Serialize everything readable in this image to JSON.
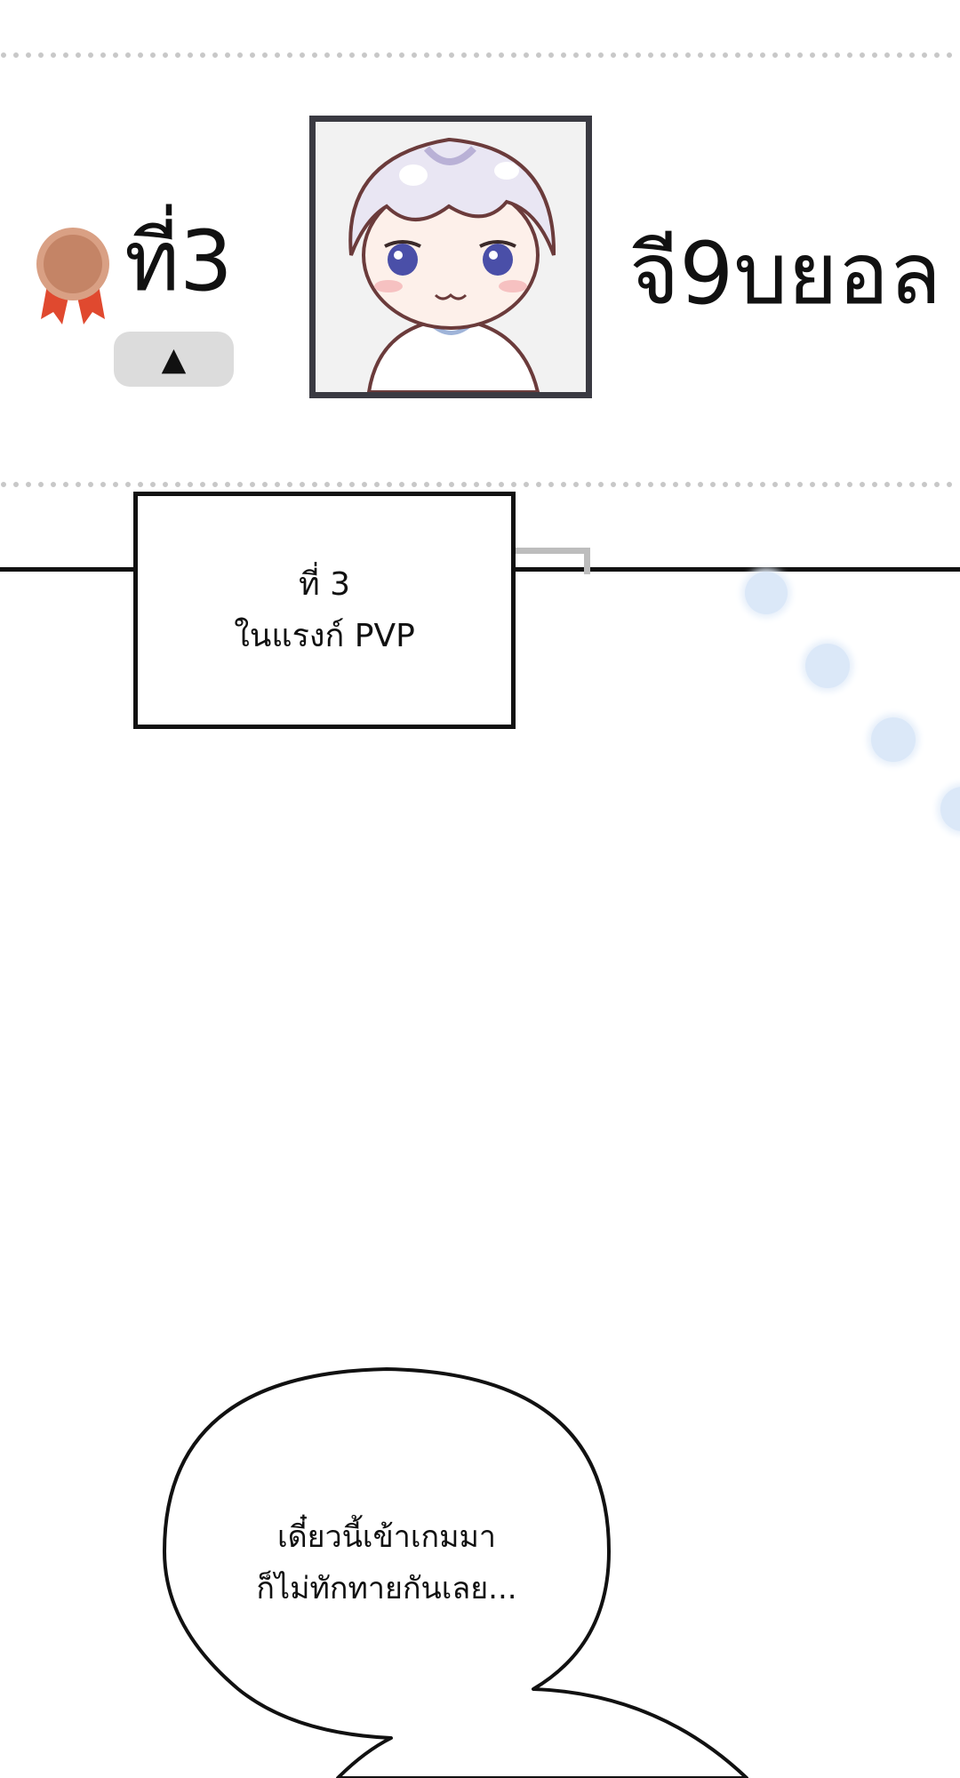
{
  "rank": {
    "medal_icon": "bronze-medal-icon",
    "medal_color": "#c98a6b",
    "ribbon_color": "#e0492f",
    "label": "ที่3",
    "change_icon": "up-triangle-icon",
    "change_symbol": "▲"
  },
  "player": {
    "name": "จี9บยอล",
    "avatar_icon": "chibi-avatar-icon"
  },
  "caption": {
    "line1": "ที่ 3",
    "line2": "ในแรงก์ PVP"
  },
  "speech": {
    "line1": "เดี๋ยวนี้เข้าเกมมา",
    "line2": "ก็ไม่ทักทายกันเลย..."
  }
}
